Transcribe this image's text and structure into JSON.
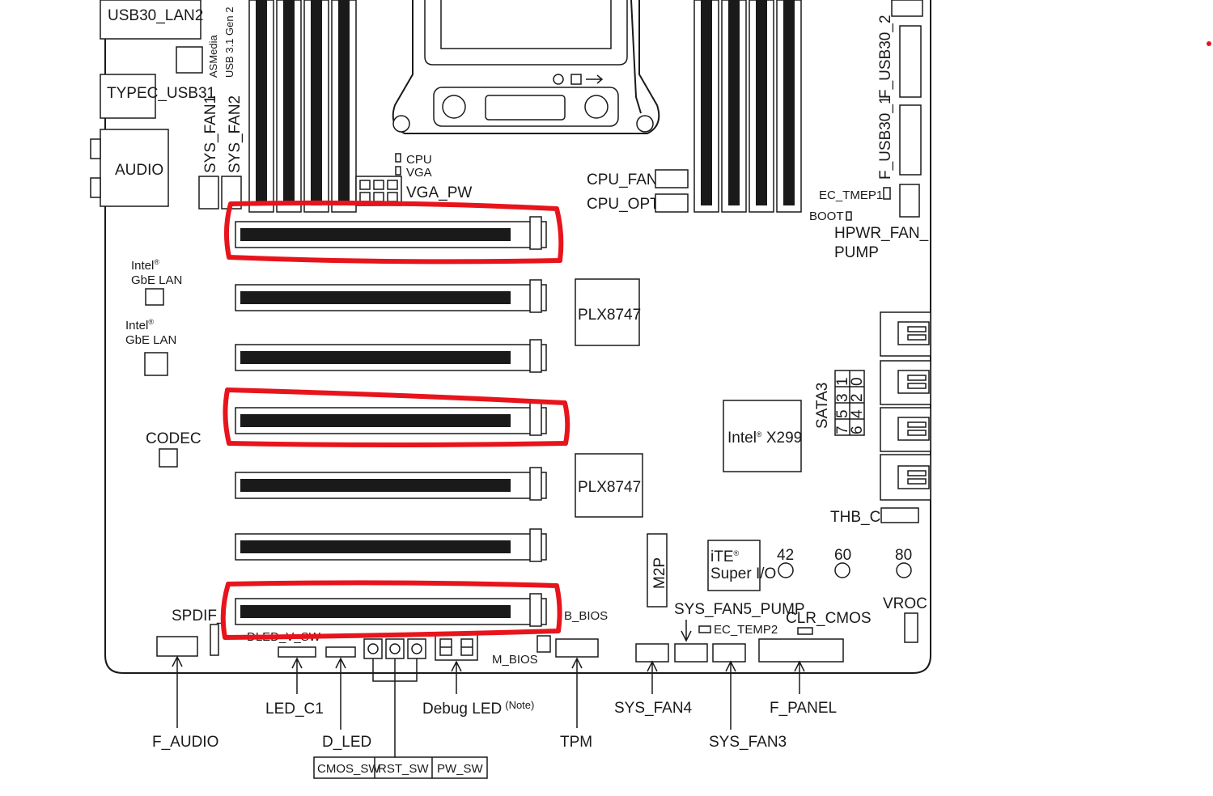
{
  "labels": {
    "usb30_lan2": "USB30_LAN2",
    "asmedia": "ASMedia",
    "usb31gen2": "USB 3.1 Gen 2",
    "typec_usb31": "TYPEC_USB31",
    "audio": "AUDIO",
    "sys_fan1": "SYS_FAN1",
    "sys_fan2": "SYS_FAN2",
    "cpu": "CPU",
    "vga": "VGA",
    "vga_pw": "VGA_PW",
    "intel_lan": "Intel",
    "gbe_lan": "GbE LAN",
    "codec": "CODEC",
    "plx": "PLX8747",
    "cpu_fan": "CPU_FAN",
    "cpu_opt": "CPU_OPT",
    "f_usb30_2": "F_USB30_2",
    "f_usb30_1": "F_USB30_1",
    "ec_tmep1": "EC_TMEP1",
    "boot": "BOOT",
    "hpwr_fan": "HPWR_FAN_",
    "pump": "PUMP",
    "sata3": "SATA3",
    "intel": "Intel",
    "x299": " X299",
    "thb_c": "THB_C",
    "m2p": "M2P",
    "ite": "iTE",
    "super_io": "Super I/O",
    "n42": "42",
    "n60": "60",
    "n80": "80",
    "sys_fan5_pump": "SYS_FAN5_PUMP",
    "ec_temp2": "EC_TEMP2",
    "clr_cmos": "CLR_CMOS",
    "vroc": "VROC",
    "spdif": "SPDIF_",
    "dled_v_sw": "DLED_V_SW",
    "b_bios": "B_BIOS",
    "m_bios": "M_BIOS",
    "led_c1": "LED_C1",
    "d_led": "D_LED",
    "debug_led": "Debug LED",
    "note": "(Note)",
    "f_audio": "F_AUDIO",
    "tpm": "TPM",
    "sys_fan4": "SYS_FAN4",
    "sys_fan3": "SYS_FAN3",
    "f_panel": "F_PANEL",
    "cmos_sw": "CMOS_SW",
    "rst_sw": "RST_SW",
    "pw_sw": "PW_SW",
    "reg": "®"
  },
  "sata_ports": {
    "top": [
      "1",
      "3",
      "5",
      "7"
    ],
    "bottom": [
      "0",
      "2",
      "4",
      "6"
    ]
  },
  "highlight_color": "#e8141c",
  "line_color": "#1a1a1a"
}
